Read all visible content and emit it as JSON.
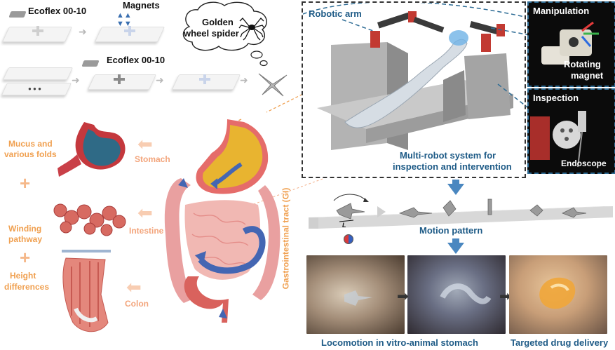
{
  "fabrication": {
    "ecoflex_top": "Ecoflex 00-10",
    "magnets": "Magnets",
    "ecoflex_mid": "Ecoflex 00-10",
    "spider_line1": "Golden",
    "spider_line2": "wheel spider"
  },
  "gi": {
    "features": {
      "mucus_line1": "Mucus and",
      "mucus_line2": "various folds",
      "winding_line1": "Winding",
      "winding_line2": "pathway",
      "height_line1": "Height",
      "height_line2": "differences",
      "plus": "+"
    },
    "organs": {
      "stomach": "Stomach",
      "intestine": "Intestine",
      "colon": "Colon"
    },
    "tract_label": "Gastrointestinal tract (GI)"
  },
  "robot": {
    "arm_label": "Robotic arm",
    "caption_line1": "Multi-robot system for",
    "caption_line2": "inspection and intervention",
    "manipulation_title": "Manipulation",
    "rotating_line1": "Rotating",
    "rotating_line2": "magnet",
    "inspection_title": "Inspection",
    "endoscope": "Endoscope"
  },
  "motion": {
    "label": "Motion pattern",
    "length_symbol": "L"
  },
  "results": {
    "locomotion": "Locomotion in vitro-animal stomach",
    "drug": "Targeted drug delivery"
  },
  "colors": {
    "orange": "#f0a050",
    "peach": "#f3a57c",
    "blue_text": "#1d5a86",
    "arrow_blue": "#4a87c0"
  }
}
